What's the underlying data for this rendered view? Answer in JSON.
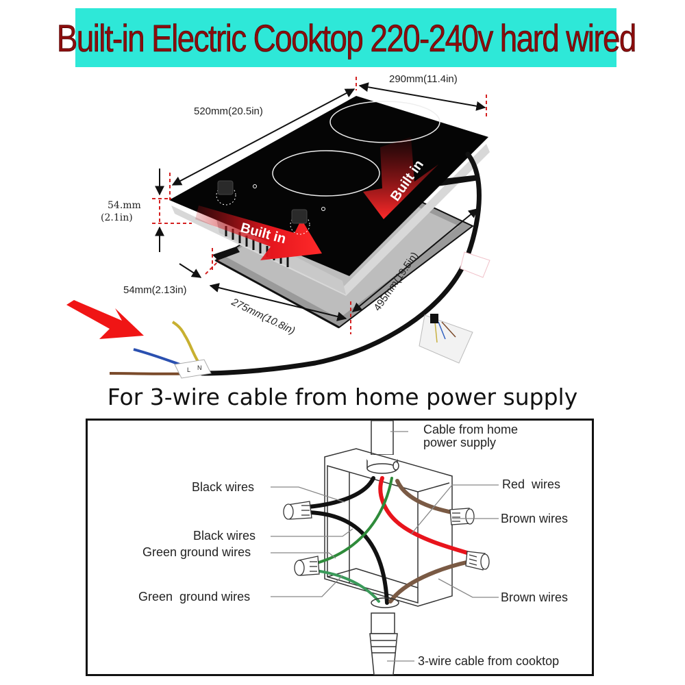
{
  "header": {
    "title": "Built-in Electric Cooktop 220-240v hard wired",
    "background_color": "#2ee8d8",
    "text_color": "#8b0d0d"
  },
  "cooktop_diagram": {
    "dimensions": {
      "width": "290mm(11.4in)",
      "length": "520mm(20.5in)",
      "height_line1": "54.mm",
      "height_line2": "(2.1in)",
      "side_clearance": "54mm(2.13in)",
      "cutout_width": "275mm(10.8in)",
      "cutout_length": "495mm(19.5in)"
    },
    "badges": [
      "Built in",
      "Built in"
    ],
    "terminal_labels": [
      "L",
      "N"
    ],
    "cable_tag_labels": [
      "",
      "N",
      "L"
    ]
  },
  "subtitle": "For 3-wire cable from home power supply",
  "wiring_diagram": {
    "labels": {
      "cable_from_home_line1": "Cable from home",
      "cable_from_home_line2": "power supply",
      "black_wires_1": "Black wires",
      "black_wires_2": "Black wires",
      "green_ground_1": "Green ground wires",
      "green_ground_2": "Green  ground wires",
      "red_wires": "Red  wires",
      "brown_wires_1": "Brown wires",
      "brown_wires_2": "Brown wires",
      "cable_from_cooktop": "3-wire cable from cooktop"
    },
    "wire_colors": {
      "black": "#111111",
      "red": "#e8141c",
      "green": "#2e8b3a",
      "brown": "#7a5a44"
    }
  }
}
